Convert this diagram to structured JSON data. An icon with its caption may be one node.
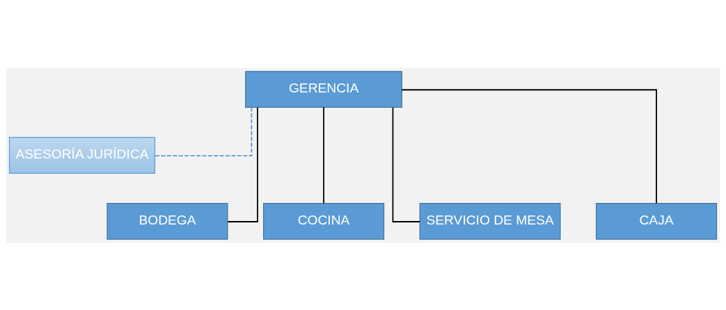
{
  "diagram": {
    "nodes": [
      {
        "text": [
          "GERENCIA"
        ]
      },
      {
        "text": [
          "ASESORÍA JURÍDICA"
        ]
      },
      {
        "text": [
          "BODEGA"
        ]
      },
      {
        "text": [
          "COCINA"
        ]
      },
      {
        "text": [
          "SERVICIO DE MESA"
        ]
      },
      {
        "text": [
          "CAJA"
        ]
      }
    ],
    "edges": [
      {
        "from": 0,
        "to": 1,
        "arrow": "none",
        "style": "dashed",
        "color": "#5b9bd5"
      },
      {
        "from": 0,
        "to": 2,
        "arrow": "none"
      },
      {
        "from": 0,
        "to": 3,
        "arrow": "none"
      },
      {
        "from": 0,
        "to": 4,
        "arrow": "none"
      },
      {
        "from": 0,
        "to": 5,
        "arrow": "none"
      }
    ]
  }
}
